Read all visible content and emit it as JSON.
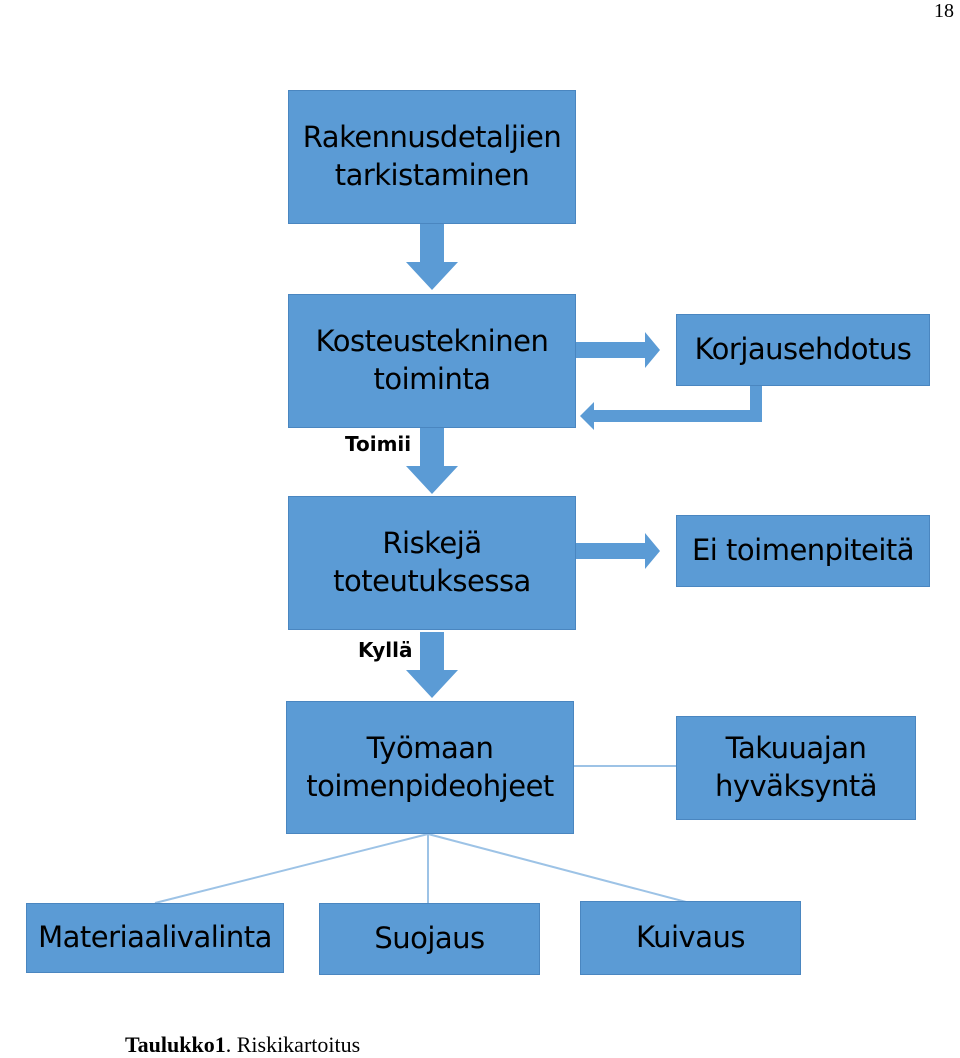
{
  "page_number": "18",
  "colors": {
    "box_fill": "#5b9bd5",
    "connector": "#9dc3e6"
  },
  "boxes": {
    "rakennusdetaljien": "Rakennusdetaljien\ntarkistaminen",
    "kosteustekninen": "Kosteustekninen\ntoiminta",
    "korjausehdotus": "Korjausehdotus",
    "riskeja": "Riskejä\ntoteutuksessa",
    "ei_toimenpiteita": "Ei toimenpiteitä",
    "tyomaan": "Työmaan\ntoimenpideohjeet",
    "takuuajan": "Takuuajan\nhyväksyntä",
    "materiaalivalinta": "Materiaalivalinta",
    "suojaus": "Suojaus",
    "kuivaus": "Kuivaus"
  },
  "labels": {
    "toimii": "Toimii",
    "kylla": "Kyllä"
  },
  "caption": {
    "title": "Taulukko1",
    "text": ". Riskikartoitus"
  }
}
